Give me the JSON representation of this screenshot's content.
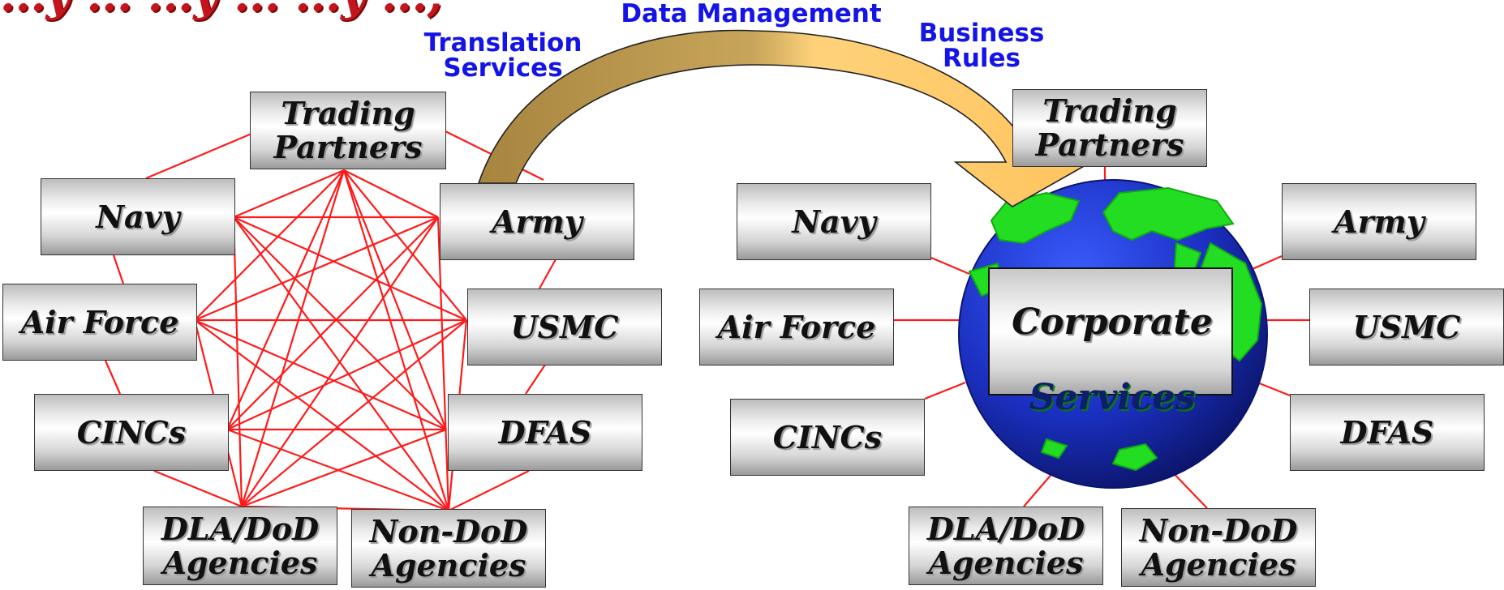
{
  "header": {
    "title_fragment": "...y ... ...y ... ...y ...,"
  },
  "arrow_labels": {
    "data_management": "Data Management",
    "translation_services": "Translation\nServices",
    "business_rules": "Business\nRules"
  },
  "left_network": {
    "nodes": {
      "trading": "Trading\nPartners",
      "navy": "Navy",
      "army": "Army",
      "airforce": "Air Force",
      "usmc": "USMC",
      "cincs": "CINCs",
      "dfas": "DFAS",
      "dla": "DLA/DoD\nAgencies",
      "nondod": "Non-DoD\nAgencies"
    }
  },
  "right_hub": {
    "center_line1": "Corporate",
    "center_line2": "Services",
    "nodes": {
      "trading": "Trading\nPartners",
      "navy": "Navy",
      "army": "Army",
      "airforce": "Air Force",
      "usmc": "USMC",
      "cincs": "CINCs",
      "dfas": "DFAS",
      "dla": "DLA/DoD\nAgencies",
      "nondod": "Non-DoD\nAgencies"
    }
  },
  "colors": {
    "connector": "#ff1a1a",
    "label_blue": "#1414e6",
    "arrow_dark": "#b08d45",
    "arrow_light": "#ffcc66",
    "globe_ocean": "#1a2fbf",
    "globe_land": "#22dd22"
  }
}
